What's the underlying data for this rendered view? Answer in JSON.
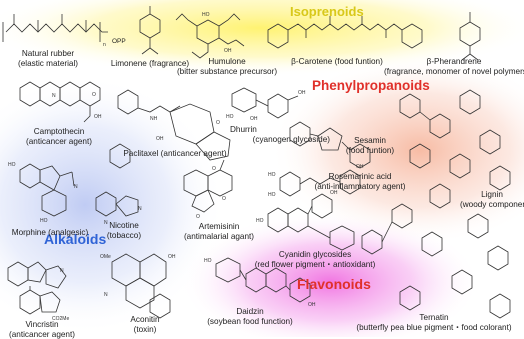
{
  "colors": {
    "isoprenoids_glow": "#fff26a",
    "isoprenoids_text": "#d8c81a",
    "phenylpropanoids_glow": "#f6b49a",
    "phenylpropanoids_text": "#e0302a",
    "alkaloids_glow": "#b9c6f2",
    "alkaloids_text": "#2f63d6",
    "flavonoids_glow": "#f06fe0",
    "flavonoids_text": "#e0302a"
  },
  "categories": {
    "isoprenoids": "Isoprenoids",
    "phenylpropanoids": "Phenylpropanoids",
    "alkaloids": "Alkaloids",
    "flavonoids": "Flavonoids"
  },
  "compounds": {
    "natural_rubber": {
      "name": "Natural rubber",
      "desc": "(elastic material)",
      "group": "OPP"
    },
    "limonene": {
      "name": "Limonene (fragrance)"
    },
    "humulone": {
      "name": "Humulone",
      "desc": "(bitter substance precursor)"
    },
    "carotene": {
      "name": "β-Carotene (food funtion)"
    },
    "pherandrene": {
      "name": "β-Pherandrene",
      "desc": "(fragrance, monomer of novel polymers"
    },
    "camptothecin": {
      "name": "Camptothecin",
      "desc": "(anticancer agent)"
    },
    "paclitaxel": {
      "name": "Paclitaxel (anticancer agent)"
    },
    "dhurrin": {
      "name": "Dhurrin",
      "desc": "(cyanogen glycoside)"
    },
    "sesamin": {
      "name": "Sesamin",
      "desc": "(food funtion)"
    },
    "rosemarinic": {
      "name": "Rosemarinic acid",
      "desc": "(anti-inflammatory agent)"
    },
    "lignin": {
      "name": "Lignin",
      "desc": "(woody component"
    },
    "morphine": {
      "name": "Morphine (analgesic)"
    },
    "nicotine": {
      "name": "Nicotine",
      "desc": "(tobacco)"
    },
    "artemisinin": {
      "name": "Artemisinin",
      "desc": "(antimalarial agant)"
    },
    "cyanidin": {
      "name": "Cyanidin glycosides",
      "desc": "(red flower pigment・antioxidant)"
    },
    "vincristin": {
      "name": "Vincristin",
      "desc": "(anticancer agent)"
    },
    "aconitin": {
      "name": "Aconitin",
      "desc": "(toxin)"
    },
    "daidzin": {
      "name": "Daidzin",
      "desc": "(soybean food function)"
    },
    "ternatin": {
      "name": "Ternatin",
      "desc": "(butterfly pea blue pigment・food colorant)"
    }
  }
}
